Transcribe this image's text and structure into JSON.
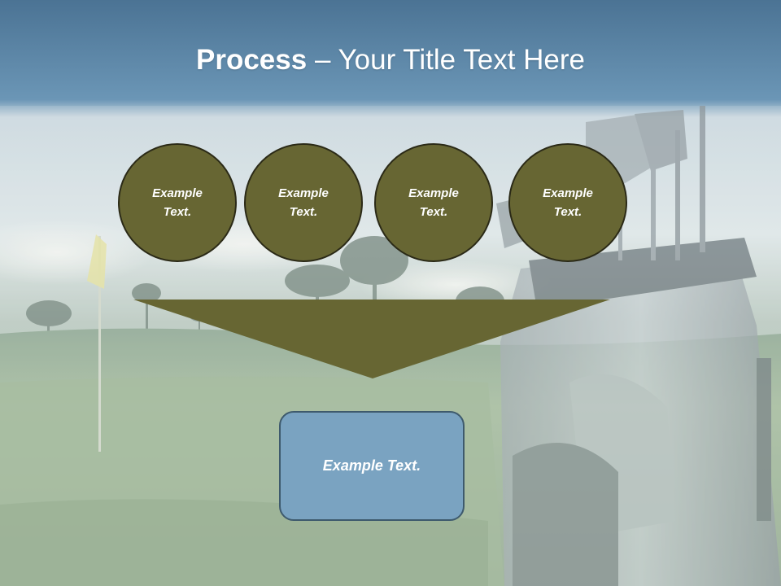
{
  "title": {
    "bold": "Process",
    "rest": " – Your Title Text Here"
  },
  "circles": [
    {
      "label": "Example Text."
    },
    {
      "label": "Example Text."
    },
    {
      "label": "Example Text."
    },
    {
      "label": "Example Text."
    }
  ],
  "result_box": {
    "label": "Example Text."
  },
  "colors": {
    "header_blue": "#5b87a8",
    "circle_fill": "#676633",
    "arrow_fill": "#676633",
    "box_fill": "#7aa3c1",
    "box_border": "#3e5a6d"
  }
}
